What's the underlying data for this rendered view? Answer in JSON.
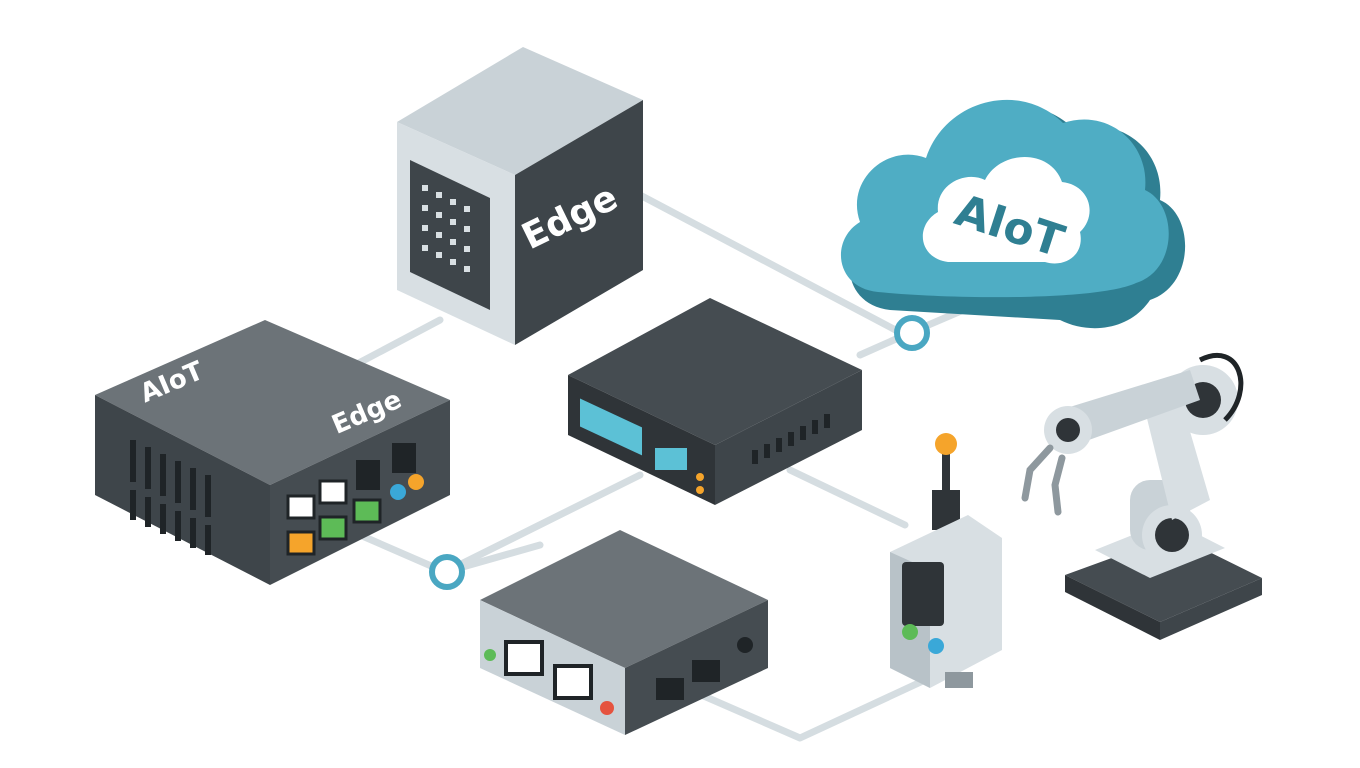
{
  "labels": {
    "server_label": "Edge",
    "cloud_label": "AIoT",
    "box_label_left": "AIoT",
    "box_label_right": "Edge"
  },
  "colors": {
    "link_line": "#d5dde1",
    "link_node_ring": "#4aa7c2",
    "cloud_light": "#4fadc4",
    "cloud_dark": "#2f7f92",
    "device_dark": "#454c51",
    "device_mid": "#6c7378",
    "device_light": "#c9d2d7",
    "accent_orange": "#f5a42b",
    "accent_green": "#5dbb57",
    "accent_blue": "#3aa8d8",
    "accent_red": "#e5533f",
    "screen_cyan": "#5cc1d6"
  },
  "icons": [
    "server-icon",
    "cloud-icon",
    "edge-box-icon",
    "network-switch-icon",
    "router-icon",
    "sensor-icon",
    "robot-arm-icon"
  ]
}
